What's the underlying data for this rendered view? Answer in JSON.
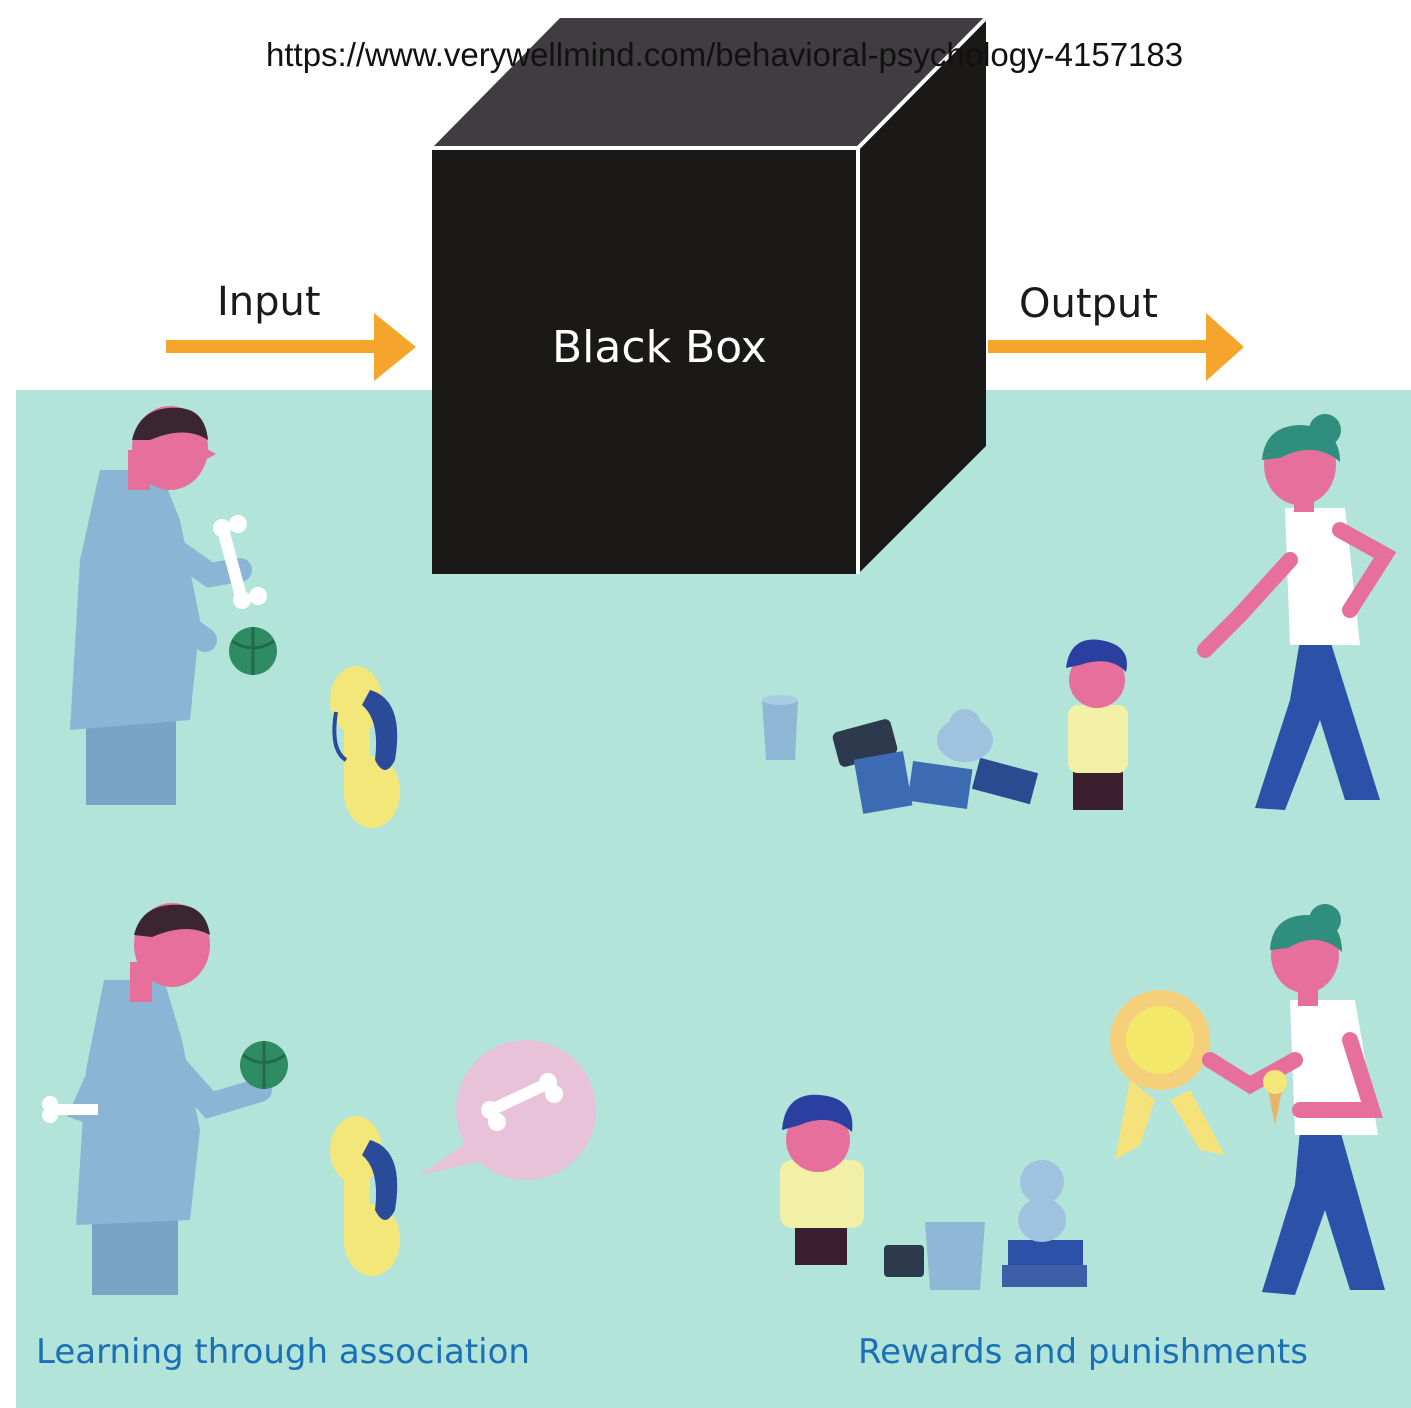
{
  "source_url": "https://www.verywellmind.com/behavioral-psychology-4157183",
  "diagram": {
    "input_label": "Input",
    "box_label": "Black Box",
    "output_label": "Output"
  },
  "captions": {
    "left": "Learning through association",
    "right": "Rewards and punishments"
  },
  "colors": {
    "arrow": "#f6a52c",
    "background": "#b3e4d9",
    "box": "#1b1818",
    "caption": "#1a6fb5"
  },
  "icons": [
    "arrow-right-icon",
    "cube-icon",
    "person-icon",
    "dog-icon",
    "bone-icon",
    "ball-icon",
    "child-icon",
    "ribbon-icon",
    "ice-cream-icon",
    "teddy-bear-icon",
    "trash-can-icon",
    "toy-truck-icon",
    "books-icon"
  ]
}
